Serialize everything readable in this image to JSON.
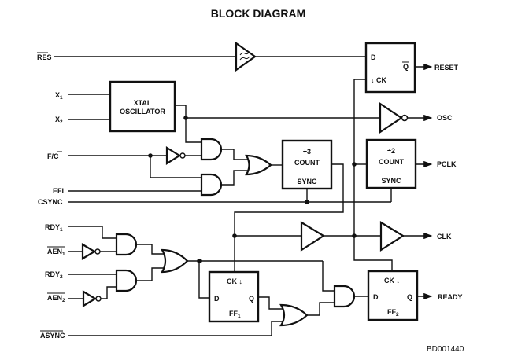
{
  "title": "BLOCK DIAGRAM",
  "reference_code": "BD001440",
  "inputs": {
    "res": "RES",
    "x1": "X",
    "x1_sub": "1",
    "x2": "X",
    "x2_sub": "2",
    "fc": "F/",
    "fc_bar": "C",
    "efi": "EFI",
    "csync": "CSYNC",
    "rdy1": "RDY",
    "rdy1_sub": "1",
    "aen1": "AEN",
    "aen1_sub": "1",
    "rdy2": "RDY",
    "rdy2_sub": "2",
    "aen2": "AEN",
    "aen2_sub": "2",
    "async": "ASYNC"
  },
  "outputs": {
    "reset": "RESET",
    "osc": "OSC",
    "pclk": "PCLK",
    "clk": "CLK",
    "ready": "READY"
  },
  "blocks": {
    "xtal_line1": "XTAL",
    "xtal_line2": "OSCILLATOR",
    "div3_line1": "÷3",
    "div3_line2": "COUNT",
    "div3_line3": "SYNC",
    "div2_line1": "÷2",
    "div2_line2": "COUNT",
    "div2_line3": "SYNC",
    "reset_ff_d": "D",
    "reset_ff_q": "Q",
    "reset_ff_ck": "CK",
    "ff1_ck": "CK",
    "ff1_d": "D",
    "ff1_q": "Q",
    "ff1_name": "FF",
    "ff1_sub": "1",
    "ff2_ck": "CK",
    "ff2_d": "D",
    "ff2_q": "Q",
    "ff2_name": "FF",
    "ff2_sub": "2"
  }
}
